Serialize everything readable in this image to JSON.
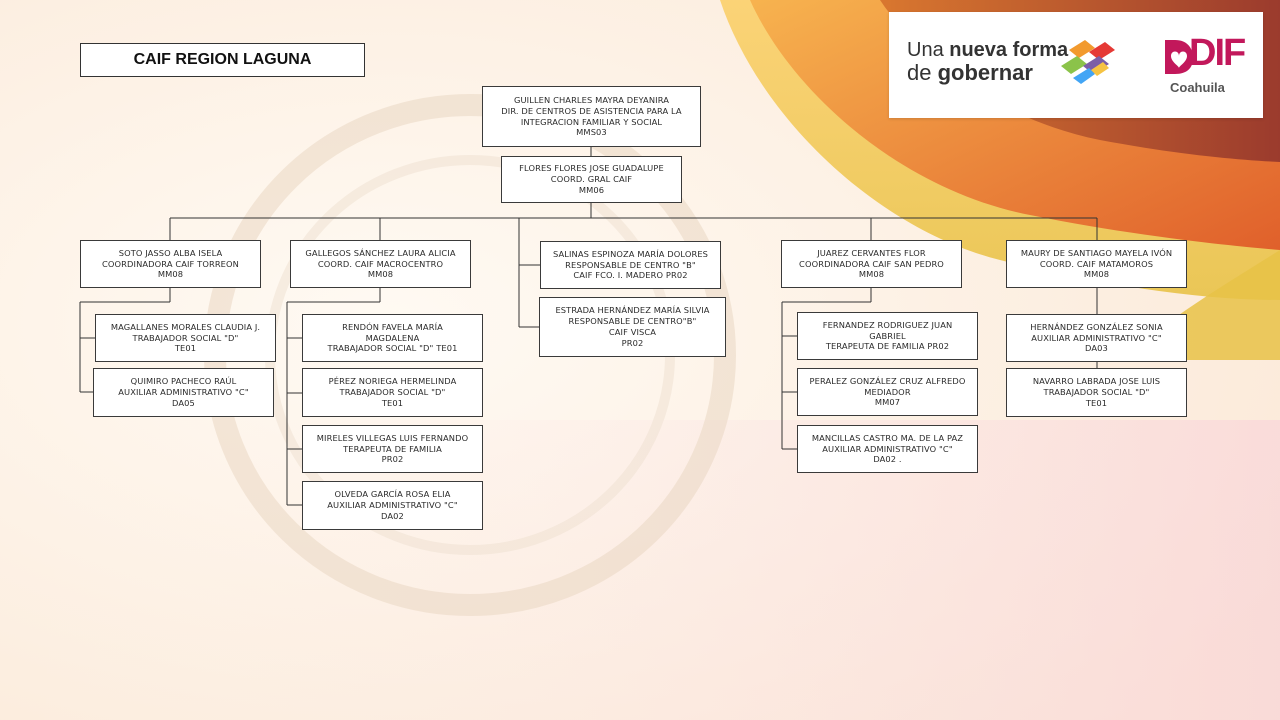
{
  "title": "CAIF REGION LAGUNA",
  "logo": {
    "tagline_line1_plain": "Una ",
    "tagline_line1_bold": "nueva forma",
    "tagline_line2_plain": "de ",
    "tagline_line2_bold": "gobernar",
    "dif_word": "DIF",
    "dif_sub": "Coahuila",
    "colors": {
      "brand_pink": "#c2185b",
      "orange": "#f29a2e",
      "red": "#e53935",
      "blue": "#42a5f5",
      "green": "#8bc34a",
      "purple": "#7b5ea7"
    }
  },
  "org": {
    "director": {
      "lines": [
        "GUILLEN CHARLES MAYRA DEYANIRA",
        "DIR. DE CENTROS DE ASISTENCIA PARA LA",
        "INTEGRACION FAMILIAR Y SOCIAL",
        "MMS03"
      ]
    },
    "coordinator": {
      "lines": [
        "FLORES FLORES JOSE GUADALUPE",
        "COORD. GRAL CAIF",
        "MM06"
      ]
    },
    "torreon": {
      "lines": [
        "SOTO JASSO ALBA ISELA",
        "COORDINADORA CAIF TORREON",
        "MM08"
      ]
    },
    "torreon_1": {
      "lines": [
        "MAGALLANES MORALES CLAUDIA J.",
        "TRABAJADOR SOCIAL \"D\"",
        "TE01"
      ]
    },
    "torreon_2": {
      "lines": [
        "QUIMIRO PACHECO RAÚL",
        "AUXILIAR ADMINISTRATIVO \"C\"",
        "DA05"
      ]
    },
    "macro": {
      "lines": [
        "GALLEGOS SÁNCHEZ LAURA ALICIA",
        "COORD. CAIF MACROCENTRO",
        "MM08"
      ]
    },
    "macro_1": {
      "lines": [
        "RENDÓN FAVELA MARÍA",
        "MAGDALENA",
        "TRABAJADOR SOCIAL \"D\" TE01"
      ]
    },
    "macro_2": {
      "lines": [
        "PÉREZ NORIEGA HERMELINDA",
        "TRABAJADOR SOCIAL \"D\"",
        "TE01"
      ]
    },
    "macro_3": {
      "lines": [
        "MIRELES VILLEGAS LUIS FERNANDO",
        "TERAPEUTA DE FAMILIA",
        "PR02"
      ]
    },
    "macro_4": {
      "lines": [
        "OLVEDA GARCÍA ROSA ELIA",
        "AUXILIAR ADMINISTRATIVO \"C\"",
        "DA02"
      ]
    },
    "madero": {
      "lines": [
        "SALINAS ESPINOZA MARÍA DOLORES",
        "RESPONSABLE DE CENTRO \"B\"",
        "CAIF FCO. I. MADERO PR02"
      ]
    },
    "visca": {
      "lines": [
        "ESTRADA HERNÁNDEZ MARÍA SILVIA",
        "RESPONSABLE DE CENTRO\"B\"",
        "CAIF VISCA",
        "PR02"
      ]
    },
    "sanpedro": {
      "lines": [
        "JUAREZ CERVANTES FLOR",
        "COORDINADORA CAIF SAN PEDRO",
        "MM08"
      ]
    },
    "sanpedro_1": {
      "lines": [
        "FERNANDEZ RODRIGUEZ JUAN",
        "GABRIEL",
        "TERAPEUTA DE FAMILIA PR02"
      ]
    },
    "sanpedro_2": {
      "lines": [
        "PERALEZ GONZÁLEZ CRUZ ALFREDO",
        "MEDIADOR",
        "MM07"
      ]
    },
    "sanpedro_3": {
      "lines": [
        "MANCILLAS CASTRO MA. DE LA PAZ",
        "AUXILIAR ADMINISTRATIVO \"C\"",
        "DA02  ."
      ]
    },
    "matamoros": {
      "lines": [
        "MAURY DE SANTIAGO MAYELA IVÓN",
        "COORD. CAIF MATAMOROS",
        "MM08"
      ]
    },
    "matamoros_1": {
      "lines": [
        "HERNÁNDEZ GONZÁLEZ SONIA",
        "AUXILIAR ADMINISTRATIVO \"C\"",
        "DA03"
      ]
    },
    "matamoros_2": {
      "lines": [
        "NAVARRO LABRADA JOSE LUIS",
        "TRABAJADOR SOCIAL \"D\"",
        "TE01"
      ]
    }
  }
}
